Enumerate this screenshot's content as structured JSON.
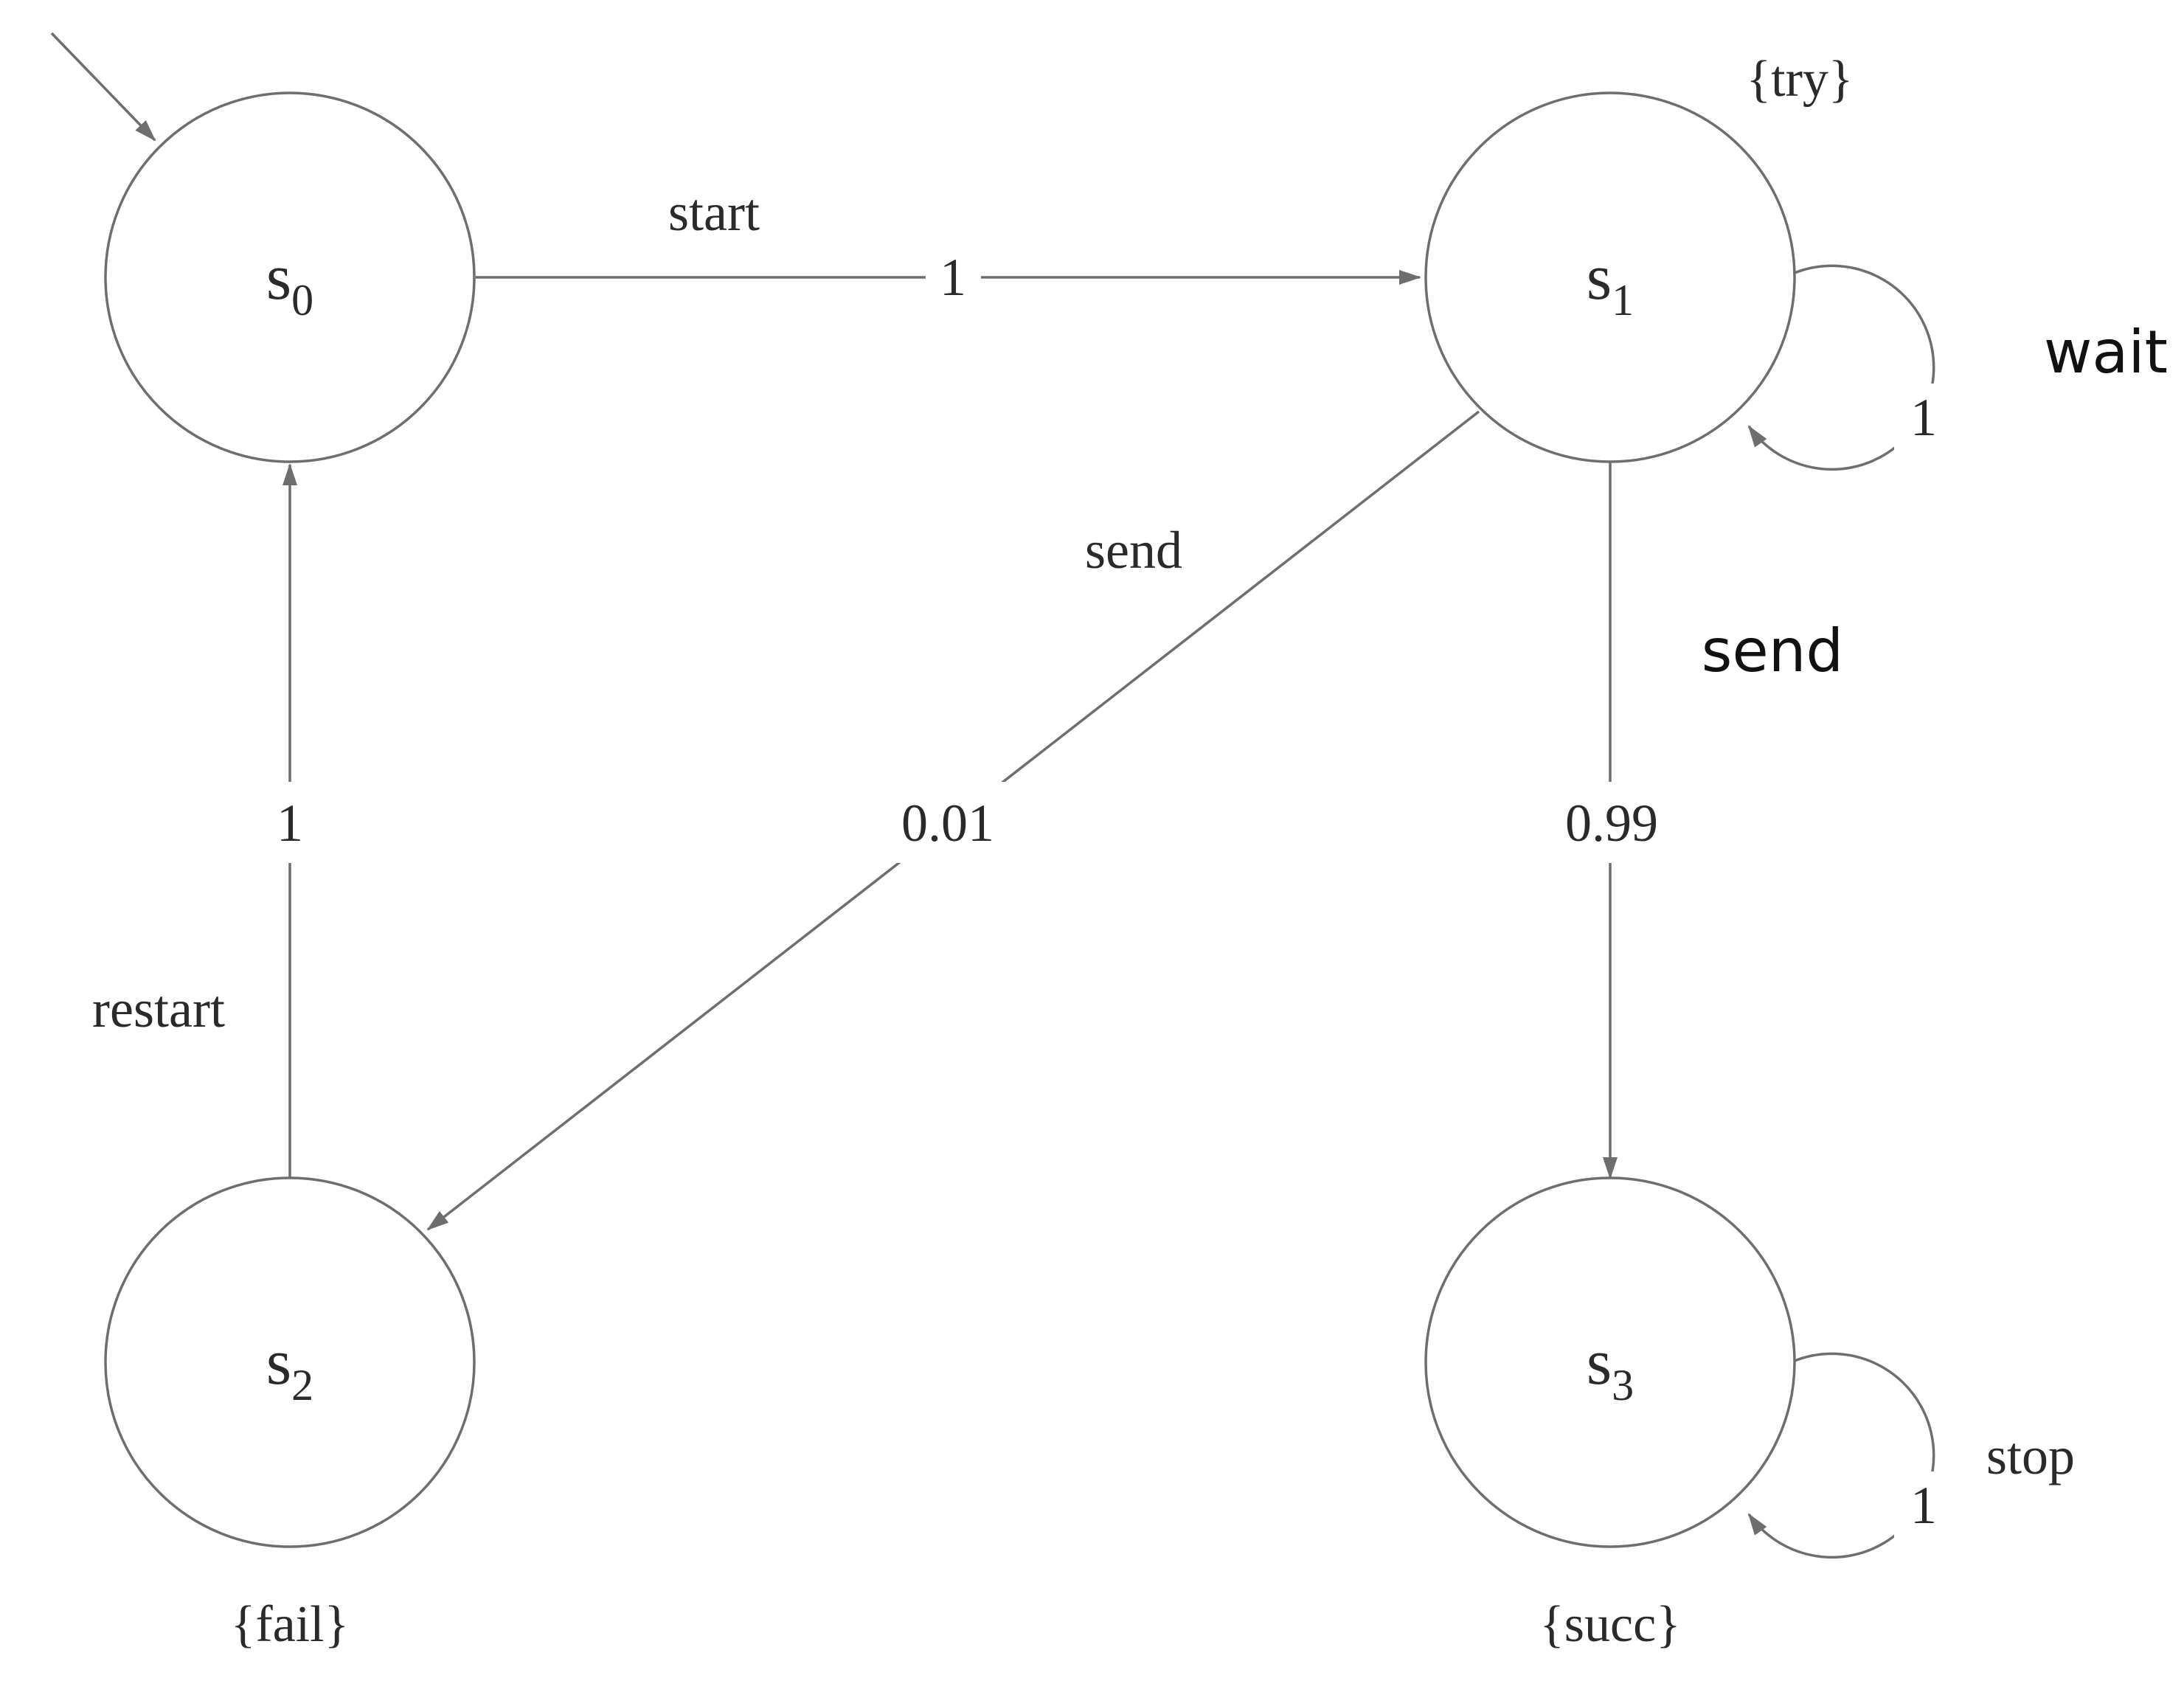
{
  "states": {
    "s0": {
      "name": "s",
      "index": "0",
      "labels": ""
    },
    "s1": {
      "name": "s",
      "index": "1",
      "labels": "{try}"
    },
    "s2": {
      "name": "s",
      "index": "2",
      "labels": "{fail}"
    },
    "s3": {
      "name": "s",
      "index": "3",
      "labels": "{succ}"
    }
  },
  "initial_state": "s0",
  "transitions": [
    {
      "from": "s0",
      "to": "s1",
      "action": "start",
      "probability": "1"
    },
    {
      "from": "s1",
      "to": "s1",
      "action": "wait",
      "probability": "1"
    },
    {
      "from": "s1",
      "to": "s2",
      "action": "send",
      "probability": "0.01"
    },
    {
      "from": "s1",
      "to": "s3",
      "action": "send",
      "probability": "0.99"
    },
    {
      "from": "s2",
      "to": "s0",
      "action": "restart",
      "probability": "1"
    },
    {
      "from": "s3",
      "to": "s3",
      "action": "stop",
      "probability": "1"
    }
  ],
  "colors": {
    "stroke": "#6e6e6e",
    "text": "#2a2a2a"
  }
}
